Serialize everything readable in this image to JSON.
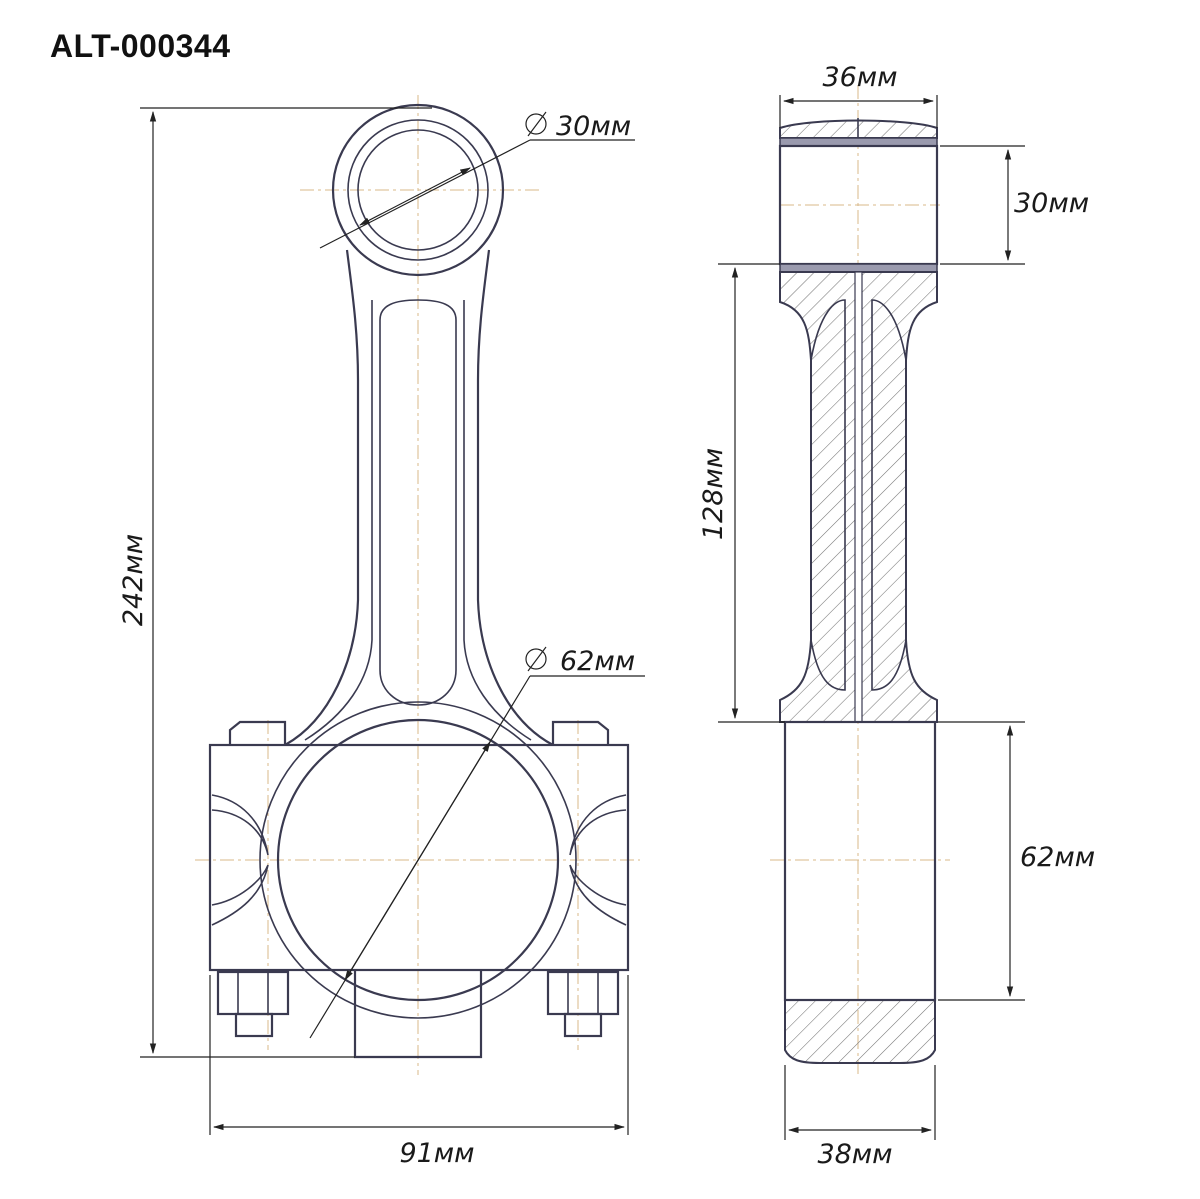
{
  "title": "ALT-000344",
  "dimensions": {
    "small_end_diameter": "30мм",
    "big_end_diameter": "62мм",
    "overall_length": "242мм",
    "width_front": "91мм",
    "small_end_width": "36мм",
    "small_end_height": "30мм",
    "center_length": "128мм",
    "big_end_height": "62мм",
    "big_end_width": "38мм"
  }
}
